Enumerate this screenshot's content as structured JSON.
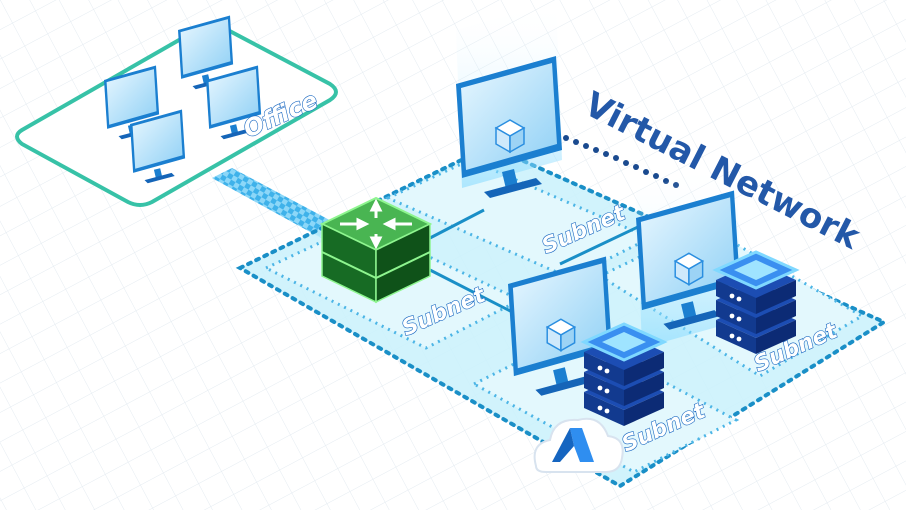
{
  "labels": {
    "office": "Office",
    "virtual_network": "Virtual Network",
    "subnet_top": "Subnet",
    "subnet_left": "Subnet",
    "subnet_right": "Subnet",
    "subnet_bottom": "Subnet"
  },
  "icons": {
    "router": "router-arrows-icon",
    "vm": "virtual-machine-cube-icon",
    "database": "database-stack-icon",
    "cloud": "azure-cloud-icon",
    "monitor": "desktop-monitor-icon"
  },
  "colors": {
    "vnet_fill": "#c9f1fb",
    "vnet_border": "#1a8fc7",
    "office_border": "#37c2a7",
    "router": "#1f7a2e",
    "monitor": "#2a8ee0",
    "database": "#163f9c",
    "title": "#2358a8"
  }
}
